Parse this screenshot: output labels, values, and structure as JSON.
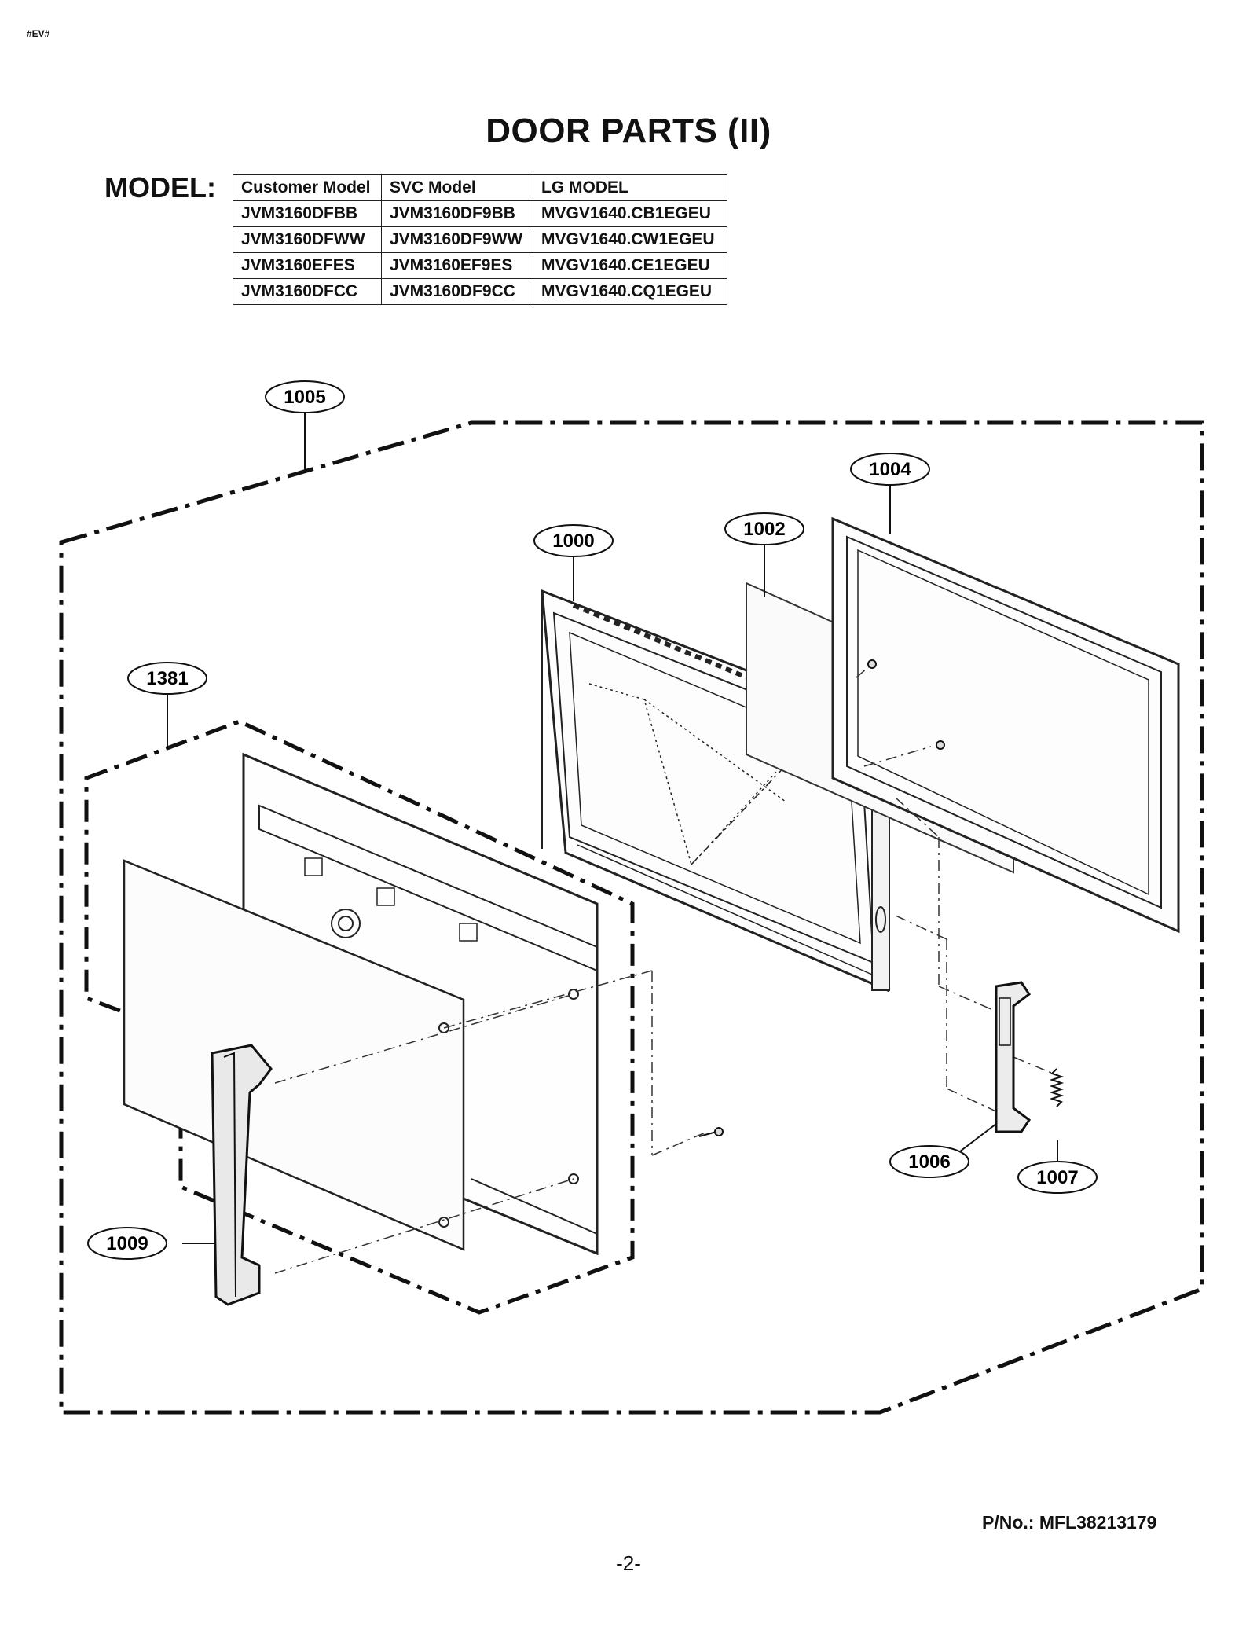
{
  "corner_tag": "#EV#",
  "title": "DOOR PARTS (II)",
  "model_label": "MODEL:",
  "model_table": {
    "headers": [
      "Customer Model",
      "SVC Model",
      "LG MODEL"
    ],
    "rows": [
      [
        "JVM3160DFBB",
        "JVM3160DF9BB",
        "MVGV1640.CB1EGEU"
      ],
      [
        "JVM3160DFWW",
        "JVM3160DF9WW",
        "MVGV1640.CW1EGEU"
      ],
      [
        "JVM3160EFES",
        "JVM3160EF9ES",
        "MVGV1640.CE1EGEU"
      ],
      [
        "JVM3160DFCC",
        "JVM3160DF9CC",
        "MVGV1640.CQ1EGEU"
      ]
    ]
  },
  "callouts": {
    "c1005": "1005",
    "c1004": "1004",
    "c1002": "1002",
    "c1000": "1000",
    "c1381": "1381",
    "c1006": "1006",
    "c1007": "1007",
    "c1009": "1009"
  },
  "part_number": "P/No.: MFL38213179",
  "page_number": "-2-"
}
